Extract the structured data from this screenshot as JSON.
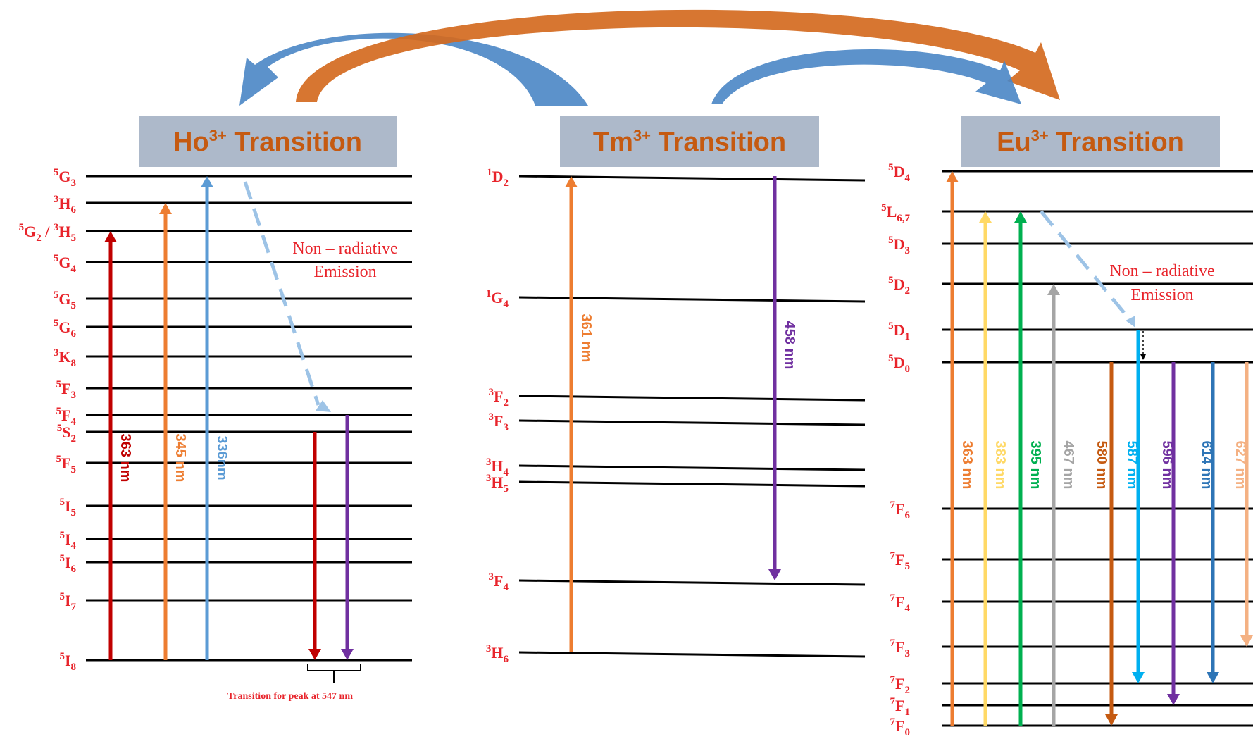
{
  "panels": [
    {
      "id": "ho",
      "title": "Ho",
      "title_sup": "3+",
      "title_rest": " Transition",
      "levels": [
        {
          "sup": "5",
          "base": "G",
          "sub": "3"
        },
        {
          "sup": "3",
          "base": "H",
          "sub": "6"
        },
        {
          "sup": "5",
          "base": "G",
          "sub": "2",
          "extra_sup": "3",
          "extra_base": "H",
          "extra_sub": "5",
          "sep": " / "
        },
        {
          "sup": "5",
          "base": "G",
          "sub": "4"
        },
        {
          "sup": "5",
          "base": "G",
          "sub": "5"
        },
        {
          "sup": "5",
          "base": "G",
          "sub": "6"
        },
        {
          "sup": "3",
          "base": "K",
          "sub": "8"
        },
        {
          "sup": "5",
          "base": "F",
          "sub": "3"
        },
        {
          "sup": "5",
          "base": "F",
          "sub": "4"
        },
        {
          "sup": "5",
          "base": "S",
          "sub": "2"
        },
        {
          "sup": "5",
          "base": "F",
          "sub": "5"
        },
        {
          "sup": "5",
          "base": "I",
          "sub": "5"
        },
        {
          "sup": "5",
          "base": "I",
          "sub": "4"
        },
        {
          "sup": "5",
          "base": "I",
          "sub": "6"
        },
        {
          "sup": "5",
          "base": "I",
          "sub": "7"
        },
        {
          "sup": "5",
          "base": "I",
          "sub": "8"
        }
      ],
      "arrows": [
        {
          "label": "363 nm",
          "color": "#c00000"
        },
        {
          "label": "345 nm",
          "color": "#ed7d31"
        },
        {
          "label": "336nm",
          "color": "#5b9bd5"
        },
        {
          "label": "",
          "color": "#c00000"
        },
        {
          "label": "",
          "color": "#7030a0"
        }
      ],
      "note_line1": "Non – radiative",
      "note_line2": "Emission",
      "caption": "Transition for peak at 547 nm"
    },
    {
      "id": "tm",
      "title": "Tm",
      "title_sup": "3+",
      "title_rest": " Transition",
      "levels": [
        {
          "sup": "1",
          "base": "D",
          "sub": "2"
        },
        {
          "sup": "1",
          "base": "G",
          "sub": "4"
        },
        {
          "sup": "3",
          "base": "F",
          "sub": "2"
        },
        {
          "sup": "3",
          "base": "F",
          "sub": "3"
        },
        {
          "sup": "3",
          "base": "H",
          "sub": "4"
        },
        {
          "sup": "3",
          "base": "H",
          "sub": "5"
        },
        {
          "sup": "3",
          "base": "F",
          "sub": "4"
        },
        {
          "sup": "3",
          "base": "H",
          "sub": "6"
        }
      ],
      "arrows": [
        {
          "label": "361 nm",
          "color": "#ed7d31"
        },
        {
          "label": "458 nm",
          "color": "#7030a0"
        }
      ]
    },
    {
      "id": "eu",
      "title": "Eu",
      "title_sup": "3+",
      "title_rest": " Transition",
      "levels": [
        {
          "sup": "5",
          "base": "D",
          "sub": "4"
        },
        {
          "sup": "5",
          "base": "L",
          "sub": "6,7"
        },
        {
          "sup": "5",
          "base": "D",
          "sub": "3"
        },
        {
          "sup": "5",
          "base": "D",
          "sub": "2"
        },
        {
          "sup": "5",
          "base": "D",
          "sub": "1"
        },
        {
          "sup": "5",
          "base": "D",
          "sub": "0"
        },
        {
          "sup": "7",
          "base": "F",
          "sub": "6"
        },
        {
          "sup": "7",
          "base": "F",
          "sub": "5"
        },
        {
          "sup": "7",
          "base": "F",
          "sub": "4"
        },
        {
          "sup": "7",
          "base": "F",
          "sub": "3"
        },
        {
          "sup": "7",
          "base": "F",
          "sub": "2"
        },
        {
          "sup": "7",
          "base": "F",
          "sub": "1"
        },
        {
          "sup": "7",
          "base": "F",
          "sub": "0"
        }
      ],
      "arrows": [
        {
          "label": "363 nm",
          "color": "#ed7d31"
        },
        {
          "label": "383 nm",
          "color": "#ffd966"
        },
        {
          "label": "395 nm",
          "color": "#00b050"
        },
        {
          "label": "467 nm",
          "color": "#a5a5a5"
        },
        {
          "label": "580 nm",
          "color": "#c55a11"
        },
        {
          "label": "587 nm",
          "color": "#00b0f0"
        },
        {
          "label": "596 nm",
          "color": "#7030a0"
        },
        {
          "label": "614 nm",
          "color": "#2e75b6"
        },
        {
          "label": "627 nm",
          "color": "#f4b183"
        }
      ],
      "note_line1": "Non – radiative",
      "note_line2": "Emission"
    }
  ],
  "colors": {
    "title_box": "#adb9ca",
    "title_text": "#c55a11",
    "level_label": "#e8242b",
    "transfer_blue": "#4a86c5",
    "transfer_orange": "#d46a1f",
    "nonrad_dash": "#9dc3e6"
  }
}
